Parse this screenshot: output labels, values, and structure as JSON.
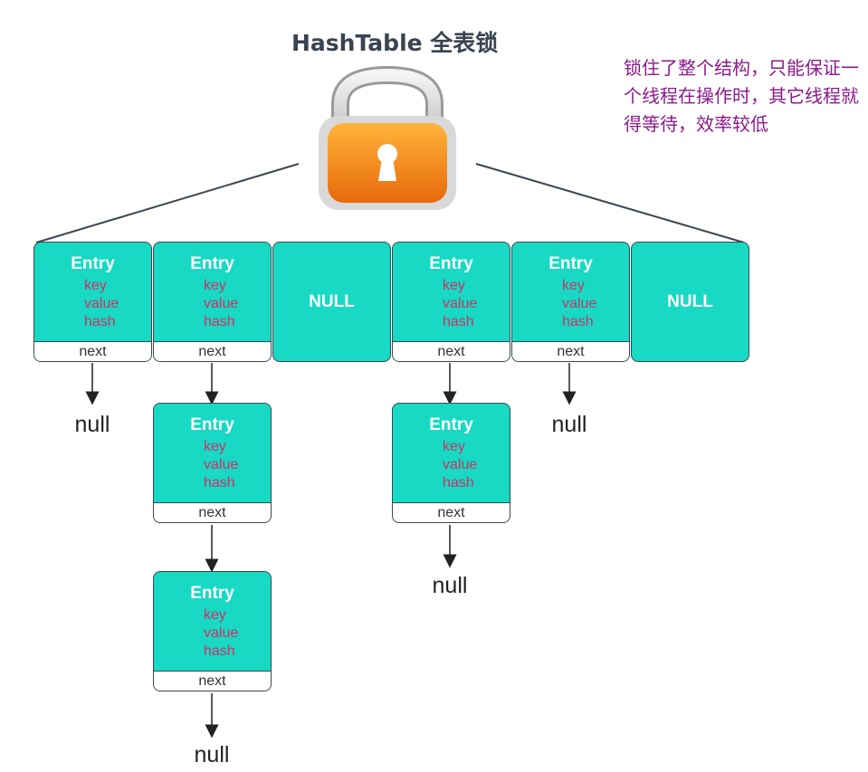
{
  "title": "HashTable 全表锁",
  "note": "锁住了整个结构，只能保证一个线程在操作时，其它线程就得等待，效率较低",
  "entry": {
    "title": "Entry",
    "key": "key",
    "value": "value",
    "hash": "hash",
    "next": "next"
  },
  "null_bucket_label": "NULL",
  "null_terminal_label": "null",
  "lock_icon": "padlock-icon",
  "colors": {
    "bucket": "#17d9c4",
    "title": "#3a4350",
    "note": "#8b1a8b",
    "field": "#cc3366"
  }
}
